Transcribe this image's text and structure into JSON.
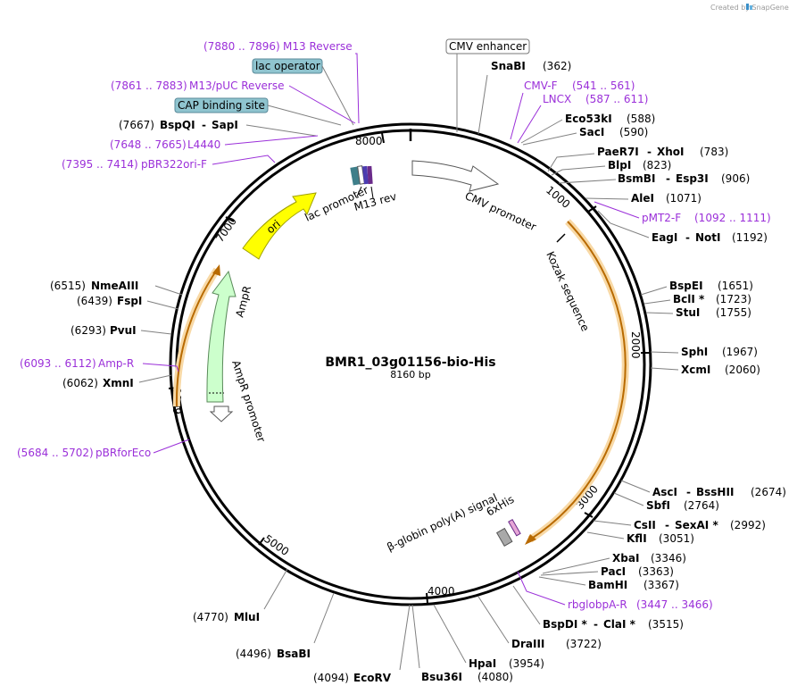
{
  "credit": "Created by SnapGene",
  "plasmid": {
    "name": "BMR1_03g01156-bio-His",
    "size_label": "8160 bp"
  },
  "ticks": [
    "8000",
    "1000",
    "2000",
    "3000",
    "4000",
    "5000",
    "6000",
    "7000"
  ],
  "sites": [
    {
      "name": "SnaBI",
      "pos": "(362)"
    },
    {
      "name": "Eco53kI",
      "pos": "(588)"
    },
    {
      "name": "SacI",
      "pos": "(590)"
    },
    {
      "name": "PaeR7I",
      "name2": "XhoI",
      "pos": "(783)"
    },
    {
      "name": "BlpI",
      "pos": "(823)"
    },
    {
      "name": "BsmBI",
      "name2": "Esp3I",
      "pos": "(906)"
    },
    {
      "name": "AleI",
      "pos": "(1071)"
    },
    {
      "name": "EagI",
      "name2": "NotI",
      "pos": "(1192)"
    },
    {
      "name": "BspEI",
      "pos": "(1651)"
    },
    {
      "name": "BclI *",
      "pos": "(1723)"
    },
    {
      "name": "StuI",
      "pos": "(1755)"
    },
    {
      "name": "SphI",
      "pos": "(1967)"
    },
    {
      "name": "XcmI",
      "pos": "(2060)"
    },
    {
      "name": "AscI",
      "name2": "BssHII",
      "pos": "(2674)"
    },
    {
      "name": "SbfI",
      "pos": "(2764)"
    },
    {
      "name": "CsII",
      "name2": "SexAI *",
      "pos": "(2992)"
    },
    {
      "name": "KflI",
      "pos": "(3051)"
    },
    {
      "name": "XbaI",
      "pos": "(3346)"
    },
    {
      "name": "PacI",
      "pos": "(3363)"
    },
    {
      "name": "BamHI",
      "pos": "(3367)"
    },
    {
      "name": "BspDI *",
      "name2": "ClaI *",
      "pos": "(3515)"
    },
    {
      "name": "DraIII",
      "pos": "(3722)"
    },
    {
      "name": "HpaI",
      "pos": "(3954)"
    },
    {
      "name": "Bsu36I",
      "pos": "(4080)"
    },
    {
      "name": "EcoRV",
      "pos": "(4094)"
    },
    {
      "name": "BsaBI",
      "pos": "(4496)"
    },
    {
      "name": "MluI",
      "pos": "(4770)"
    },
    {
      "name": "XmnI",
      "pos": "(6062)"
    },
    {
      "name": "PvuI",
      "pos": "(6293)"
    },
    {
      "name": "FspI",
      "pos": "(6439)"
    },
    {
      "name": "NmeAIII",
      "pos": "(6515)"
    },
    {
      "name": "BspQI",
      "name2": "SapI",
      "pos": "(7667)"
    }
  ],
  "primers": [
    {
      "name": "M13 Reverse",
      "pos": "(7880 .. 7896)"
    },
    {
      "name": "M13/pUC Reverse",
      "pos": "(7861 .. 7883)"
    },
    {
      "name": "L4440",
      "pos": "(7648 .. 7665)"
    },
    {
      "name": "pBR322ori-F",
      "pos": "(7395 .. 7414)"
    },
    {
      "name": "CMV-F",
      "pos": "(541 .. 561)"
    },
    {
      "name": "LNCX",
      "pos": "(587 .. 611)"
    },
    {
      "name": "pMT2-F",
      "pos": "(1092 .. 1111)"
    },
    {
      "name": "Amp-R",
      "pos": "(6093 .. 6112)"
    },
    {
      "name": "pBRforEco",
      "pos": "(5684 .. 5702)"
    },
    {
      "name": "rbglobpA-R",
      "pos": "(3447 .. 3466)"
    }
  ],
  "boxed_features": [
    {
      "name": "CMV enhancer"
    },
    {
      "name": "lac operator"
    },
    {
      "name": "CAP binding site"
    }
  ],
  "features": {
    "cmv_promoter": "CMV promoter",
    "kozak": "Kozak sequence",
    "six_his": "6xHis",
    "polya": "β-globin poly(A) signal",
    "ori": "ori",
    "ampr": "AmpR",
    "ampr_promoter": "AmpR promoter",
    "lac_promoter": "lac promoter",
    "m13_rev": "M13 rev"
  },
  "colors": {
    "backbone": "#000000",
    "primer": "#9b30d9",
    "leader": "#808080",
    "ori": "#ffff00",
    "ampr": "#ccffcc",
    "gene_outline": "#f3c27a",
    "gene_arrow": "#b86a00",
    "boxed_feature": "#8fc4cf",
    "polya": "#a9a9a9"
  }
}
